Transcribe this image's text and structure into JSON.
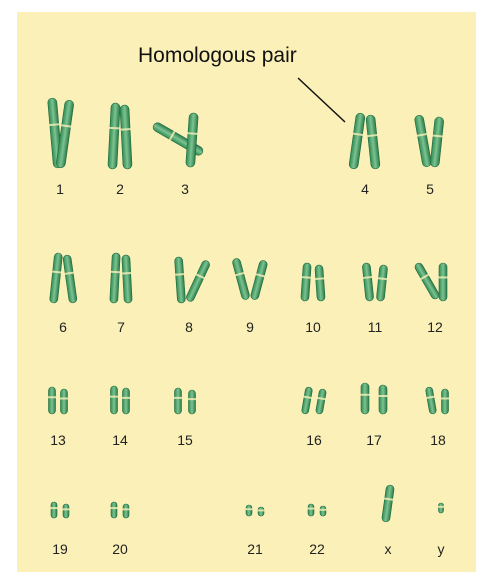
{
  "annotation": "Homologous pair",
  "labels": [
    "1",
    "2",
    "3",
    "4",
    "5",
    "6",
    "7",
    "8",
    "9",
    "10",
    "11",
    "12",
    "13",
    "14",
    "15",
    "16",
    "17",
    "18",
    "19",
    "20",
    "21",
    "22",
    "x",
    "y"
  ]
}
